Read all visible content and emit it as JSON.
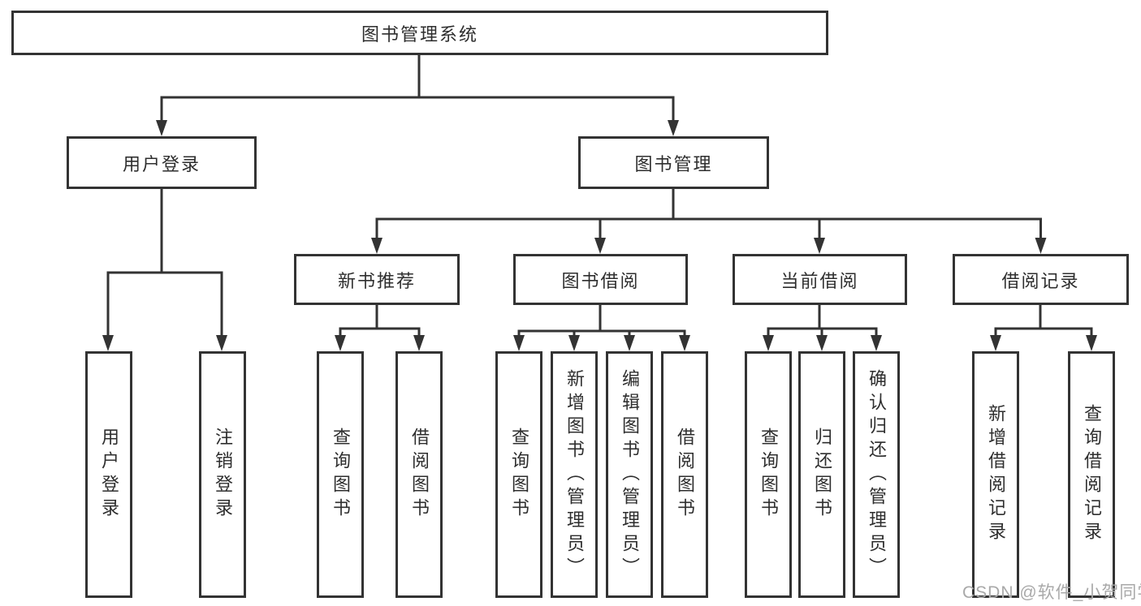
{
  "diagram": {
    "root": {
      "label": "图书管理系统"
    },
    "level2": [
      {
        "label": "用户登录"
      },
      {
        "label": "图书管理"
      }
    ],
    "level3": [
      {
        "label": "新书推荐",
        "parent": "图书管理"
      },
      {
        "label": "图书借阅",
        "parent": "图书管理"
      },
      {
        "label": "当前借阅",
        "parent": "图书管理"
      },
      {
        "label": "借阅记录",
        "parent": "图书管理"
      }
    ],
    "leaves": [
      {
        "label": "用户登录",
        "parent": "用户登录"
      },
      {
        "label": "注销登录",
        "parent": "用户登录"
      },
      {
        "label": "查询图书",
        "parent": "新书推荐"
      },
      {
        "label": "借阅图书",
        "parent": "新书推荐"
      },
      {
        "label": "查询图书",
        "parent": "图书借阅"
      },
      {
        "label": "新增图书（管理员）",
        "parent": "图书借阅"
      },
      {
        "label": "编辑图书（管理员）",
        "parent": "图书借阅"
      },
      {
        "label": "借阅图书",
        "parent": "图书借阅"
      },
      {
        "label": "查询图书",
        "parent": "当前借阅"
      },
      {
        "label": "归还图书",
        "parent": "当前借阅"
      },
      {
        "label": "确认归还（管理员）",
        "parent": "当前借阅"
      },
      {
        "label": "新增借阅记录",
        "parent": "借阅记录"
      },
      {
        "label": "查询借阅记录",
        "parent": "借阅记录"
      }
    ]
  },
  "watermark": {
    "text": "CSDN @软件_小贺同学"
  },
  "colors": {
    "line": "#333333",
    "box_border": "#333333",
    "text": "#2e2e2e",
    "watermark": "#a9a9a9",
    "background": "#ffffff"
  }
}
